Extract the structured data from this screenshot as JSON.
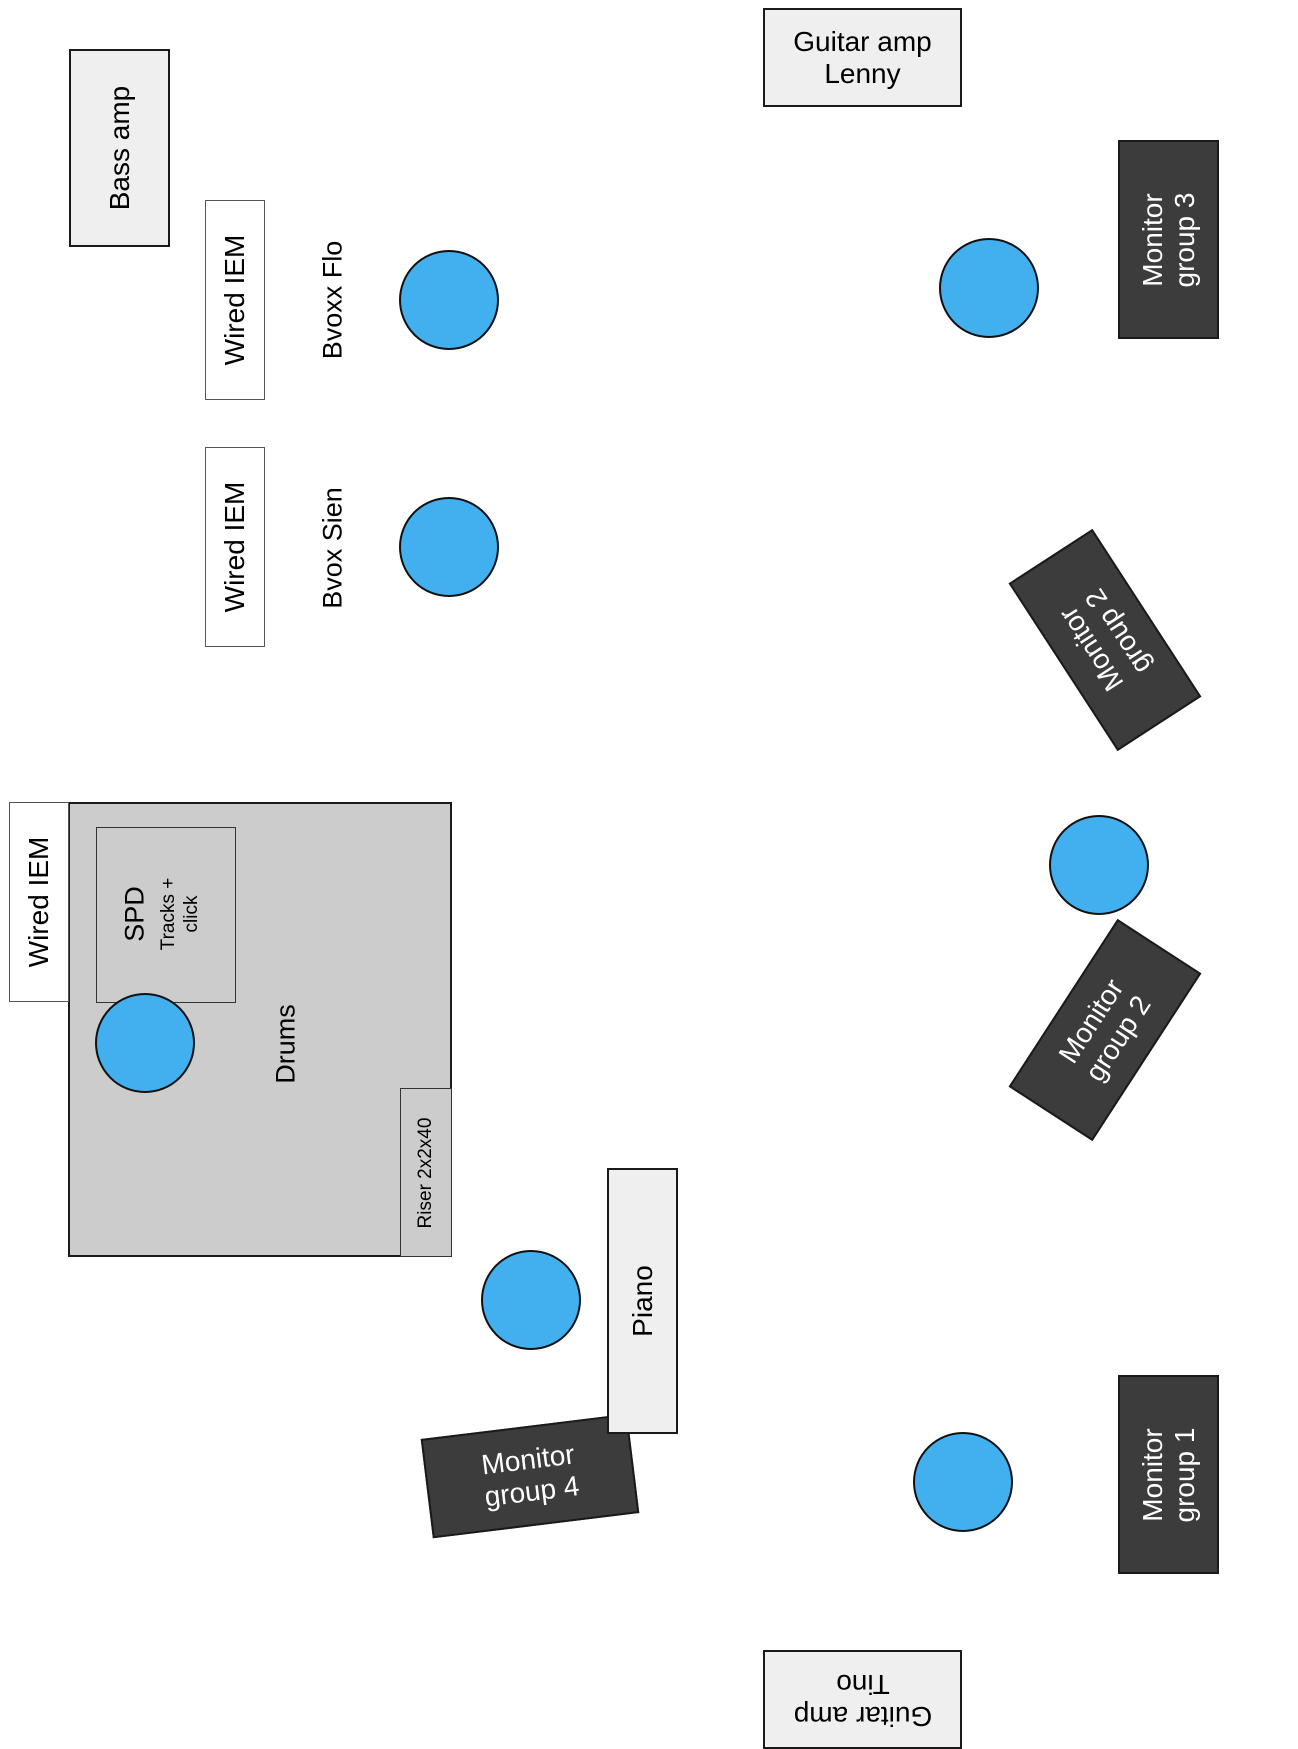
{
  "stage": {
    "bass_amp": "Bass amp",
    "guitar_amp_lenny": [
      "Guitar amp",
      "Lenny"
    ],
    "guitar_amp_tino": [
      "Guitar amp",
      "Tino"
    ],
    "wired_iem": "Wired IEM",
    "bvoxx_flo": "Bvoxx Flo",
    "bvox_sien": "Bvox Sien",
    "drums": "Drums",
    "spd": "SPD",
    "spd_sub": [
      "Tracks +",
      "click"
    ],
    "riser": "Riser 2x2x40",
    "piano": "Piano",
    "monitor_group_1": [
      "Monitor",
      "group 1"
    ],
    "monitor_group_2": [
      "Monitor",
      "group 2"
    ],
    "monitor_group_3": [
      "Monitor",
      "group 3"
    ],
    "monitor_group_4": [
      "Monitor",
      "group 4"
    ]
  }
}
